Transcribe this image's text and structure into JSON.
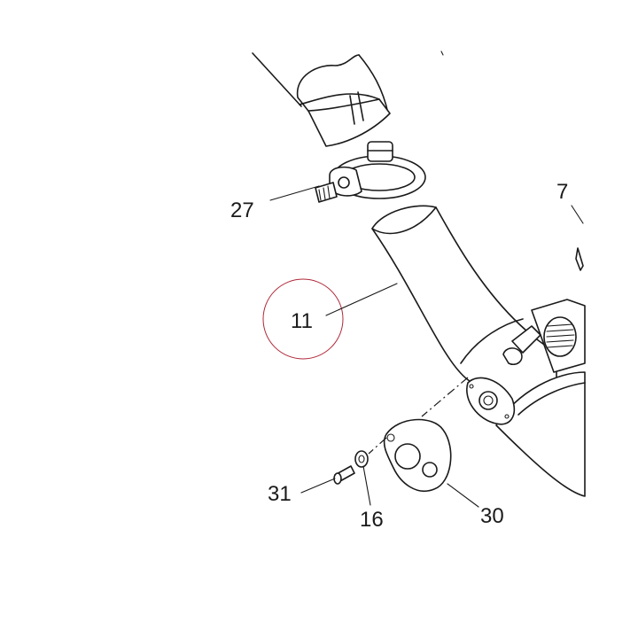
{
  "diagram": {
    "type": "exploded-parts-diagram",
    "highlight_color": "#b0283a",
    "ink_color": "#1a1a1a",
    "highlighted_part": "11",
    "callouts": [
      {
        "id": "c7",
        "label": "7"
      },
      {
        "id": "c27",
        "label": "27"
      },
      {
        "id": "c11",
        "label": "11"
      },
      {
        "id": "c31",
        "label": "31"
      },
      {
        "id": "c16",
        "label": "16"
      },
      {
        "id": "c30",
        "label": "30"
      }
    ]
  }
}
